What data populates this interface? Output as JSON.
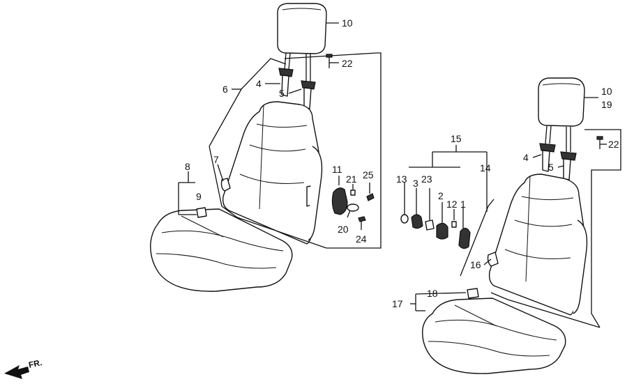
{
  "diagram": {
    "callouts": {
      "c1": "1",
      "c2": "2",
      "c3": "3",
      "c4a": "4",
      "c4b": "4",
      "c5a": "5",
      "c5b": "5",
      "c6": "6",
      "c7": "7",
      "c8": "8",
      "c9": "9",
      "c10a": "10",
      "c10b": "10",
      "c11": "11",
      "c12": "12",
      "c13": "13",
      "c14": "14",
      "c15": "15",
      "c16": "16",
      "c17": "17",
      "c18": "18",
      "c19": "19",
      "c20": "20",
      "c21": "21",
      "c22a": "22",
      "c22b": "22",
      "c23": "23",
      "c24": "24",
      "c25": "25"
    },
    "front_indicator": "FR."
  }
}
